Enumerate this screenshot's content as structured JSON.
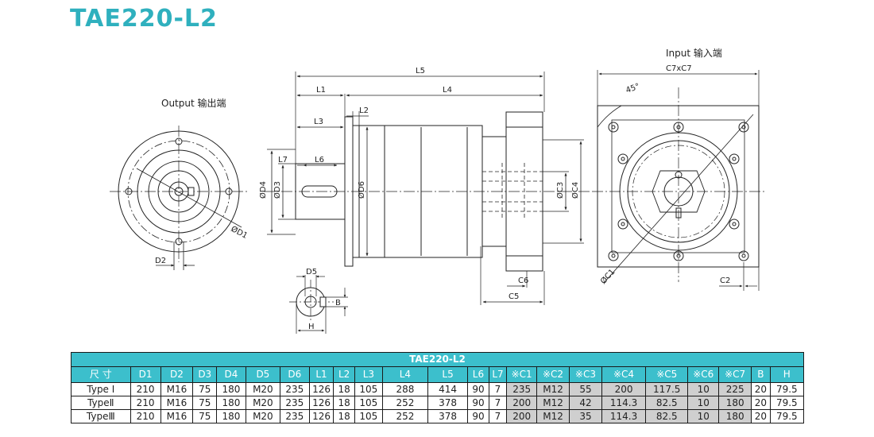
{
  "title": "TAE220-L2",
  "views": {
    "output_label": "Output 输出端",
    "input_label": "Input 输入端"
  },
  "dims": {
    "L5": "L5",
    "L4": "L4",
    "L1": "L1",
    "L2": "L2",
    "L3": "L3",
    "L6": "L6",
    "L7": "L7",
    "D1": "ØD1",
    "D2": "D2",
    "D3": "ØD3",
    "D4": "ØD4",
    "D5": "D5",
    "D6": "ØD6",
    "C1": "ØC1",
    "C2": "C2",
    "C3": "ØC3",
    "C4": "ØC4",
    "C5": "C5",
    "C6": "C6",
    "C7": "C7xC7",
    "angle": "45°",
    "B": "B",
    "H": "H"
  },
  "table": {
    "caption": "TAE220-L2",
    "headers": [
      "尺 寸",
      "D1",
      "D2",
      "D3",
      "D4",
      "D5",
      "D6",
      "L1",
      "L2",
      "L3",
      "L4",
      "L5",
      "L6",
      "L7",
      "※C1",
      "※C2",
      "※C3",
      "※C4",
      "※C5",
      "※C6",
      "※C7",
      "B",
      "H"
    ],
    "rows": [
      [
        "Type Ⅰ",
        "210",
        "M16",
        "75",
        "180",
        "M20",
        "235",
        "126",
        "18",
        "105",
        "288",
        "414",
        "90",
        "7",
        "235",
        "M12",
        "55",
        "200",
        "117.5",
        "10",
        "225",
        "20",
        "79.5"
      ],
      [
        "TypeⅡ",
        "210",
        "M16",
        "75",
        "180",
        "M20",
        "235",
        "126",
        "18",
        "105",
        "252",
        "378",
        "90",
        "7",
        "200",
        "M12",
        "42",
        "114.3",
        "82.5",
        "10",
        "180",
        "20",
        "79.5"
      ],
      [
        "TypeⅢ",
        "210",
        "M16",
        "75",
        "180",
        "M20",
        "235",
        "126",
        "18",
        "105",
        "252",
        "378",
        "90",
        "7",
        "200",
        "M12",
        "35",
        "114.3",
        "82.5",
        "10",
        "180",
        "20",
        "79.5"
      ]
    ],
    "gray_columns": [
      14,
      15,
      16,
      17,
      18,
      19,
      20
    ]
  },
  "colors": {
    "accent": "#3cbfcc",
    "title": "#2fb0be",
    "gray_cell": "#cfcfcf",
    "line": "#222222"
  }
}
